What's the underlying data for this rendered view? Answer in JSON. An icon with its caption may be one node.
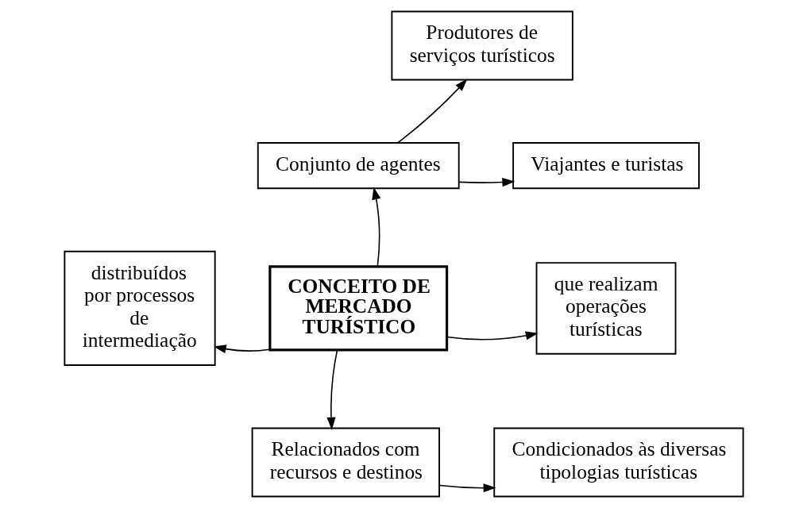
{
  "diagram": {
    "nodes": [
      {
        "text": [
          "CONCEITO DE MERCADO TURÍSTICO"
        ]
      },
      {
        "text": [
          "Conjunto de agentes"
        ]
      },
      {
        "text": [
          "Produtores de serviços turísticos"
        ]
      },
      {
        "text": [
          "Viajantes e turistas"
        ]
      },
      {
        "text": [
          "distribuídos por processos de intermediação"
        ]
      },
      {
        "text": [
          "que realizam operações turísticas"
        ]
      },
      {
        "text": [
          "Relacionados com recursos e destinos"
        ]
      },
      {
        "text": [
          "Condicionados às diversas tipologias turísticas"
        ]
      }
    ],
    "edges": [
      {
        "from": 0,
        "to": 1,
        "arrow": "to"
      },
      {
        "from": 1,
        "to": 2,
        "arrow": "to"
      },
      {
        "from": 1,
        "to": 3,
        "arrow": "to"
      },
      {
        "from": 0,
        "to": 4,
        "arrow": "to"
      },
      {
        "from": 0,
        "to": 5,
        "arrow": "to"
      },
      {
        "from": 0,
        "to": 6,
        "arrow": "to"
      },
      {
        "from": 6,
        "to": 7,
        "arrow": "to"
      }
    ]
  }
}
